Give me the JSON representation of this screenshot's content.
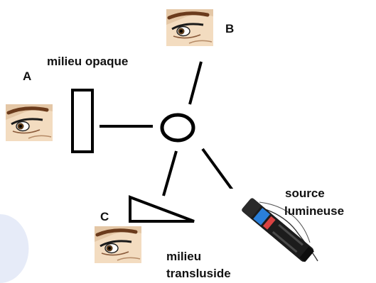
{
  "labels": {
    "observer_a": "A",
    "observer_b": "B",
    "observer_c": "C",
    "opaque_medium": "milieu opaque",
    "translucent_medium_line1": "milieu",
    "translucent_medium_line2": "transluside",
    "light_source_line1": "source",
    "light_source_line2": "lumineuse"
  },
  "icons": {
    "eye": "eye-icon",
    "flashlight": "flashlight-icon",
    "opaque_medium": "rectangle-shape",
    "translucent_medium": "triangle-shape",
    "object": "ellipse-shape"
  },
  "colors": {
    "stroke": "#000000",
    "skin": "#f3dcc0",
    "flashlight_body": "#1c1c1c",
    "flashlight_accent": "#2a7fd9",
    "flashlight_accent2": "#d94242",
    "page_accent": "#e6ebf8"
  }
}
